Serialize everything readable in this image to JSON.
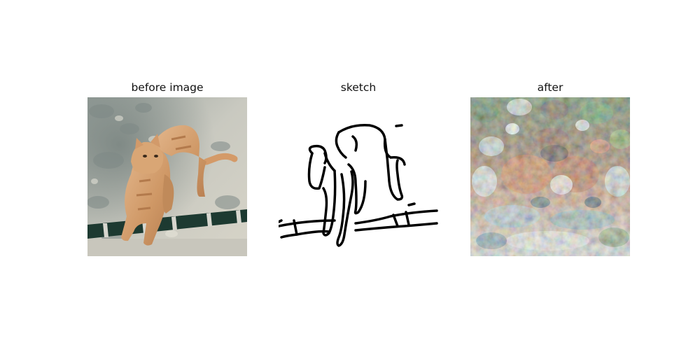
{
  "figure": {
    "panels": [
      {
        "title": "before image"
      },
      {
        "title": "sketch"
      },
      {
        "title": "after"
      }
    ]
  }
}
